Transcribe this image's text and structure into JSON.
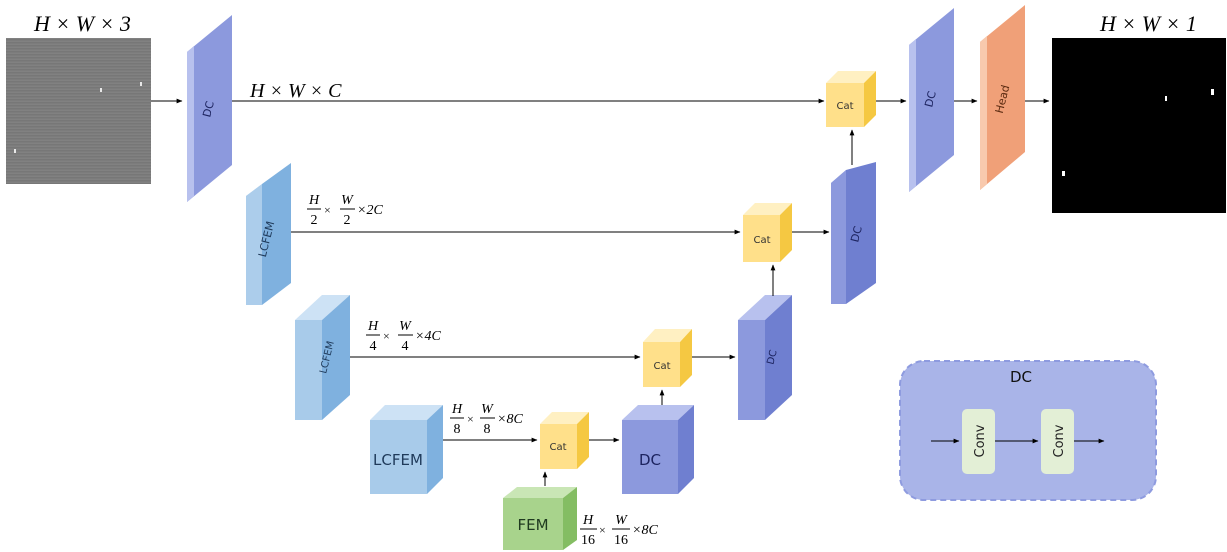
{
  "colors": {
    "dc_front": "#8c99dd",
    "dc_top": "#b8c1ee",
    "dc_side": "#6f7fd0",
    "lcfem_front": "#a8cbea",
    "lcfem_top": "#cde2f5",
    "lcfem_side": "#7fb1df",
    "cat_front": "#ffe08a",
    "cat_top": "#fff0c2",
    "cat_side": "#f5c842",
    "head_front": "#f0a078",
    "head_top": "#f8c9ad",
    "head_side": "#e07f52",
    "fem_front": "#a8d38c",
    "fem_top": "#c9e6b5",
    "fem_side": "#84bd63",
    "legend_bg": "#a9b4e8",
    "legend_border": "#8e9bdf",
    "conv_fill": "#e3efd6",
    "arrow": "#000000"
  },
  "input_image": {
    "label": "H × W × 3",
    "dots": 3
  },
  "output_image": {
    "label": "H × W × 1",
    "dots": 3
  },
  "blocks": {
    "dc_1": "DC",
    "dc_2": "DC",
    "dc_3": "DC",
    "dc_4": "DC",
    "dc_5": "DC",
    "head": "Head",
    "lcfem_1": "LCFEM",
    "lcfem_2": "LCFEM",
    "lcfem_3": "LCFEM",
    "fem": "FEM",
    "cat_1": "Cat",
    "cat_2": "Cat",
    "cat_3": "Cat",
    "cat_4": "Cat"
  },
  "dims": {
    "d1": {
      "full": "H × W × C"
    },
    "d2": {
      "num1": "H",
      "den1": "2",
      "num2": "W",
      "den2": "2",
      "tail": "×2C"
    },
    "d3": {
      "num1": "H",
      "den1": "4",
      "num2": "W",
      "den2": "4",
      "tail": "×4C"
    },
    "d4": {
      "num1": "H",
      "den1": "8",
      "num2": "W",
      "den2": "8",
      "tail": "×8C"
    },
    "d5": {
      "num1": "H",
      "den1": "16",
      "num2": "W",
      "den2": "16",
      "tail": "×8C"
    }
  },
  "legend": {
    "title": "DC",
    "conv1": "Conv",
    "conv2": "Conv"
  }
}
